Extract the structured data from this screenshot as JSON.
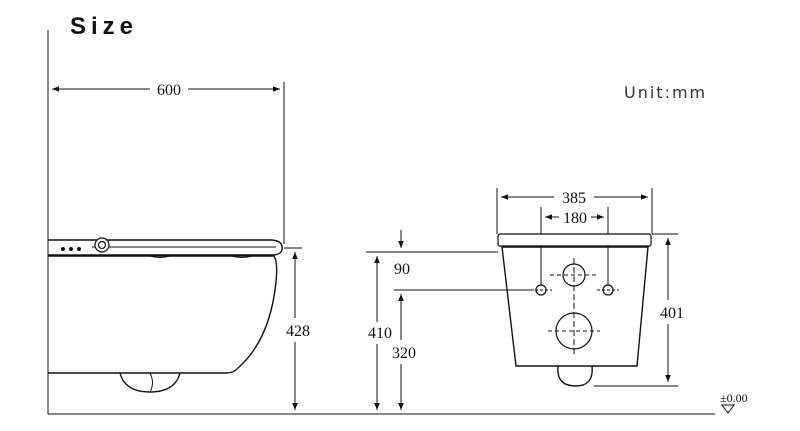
{
  "title": "Size",
  "unit_label": "Unit:mm",
  "side_view": {
    "width_label": "600",
    "height_label": "428"
  },
  "front_view": {
    "width_outer_label": "385",
    "width_inner_label": "180",
    "height_label": "401",
    "left_dims": {
      "top_offset_label": "90",
      "total_height_label": "410",
      "inlet_height_label": "320"
    }
  },
  "floor_label": "±0.00"
}
